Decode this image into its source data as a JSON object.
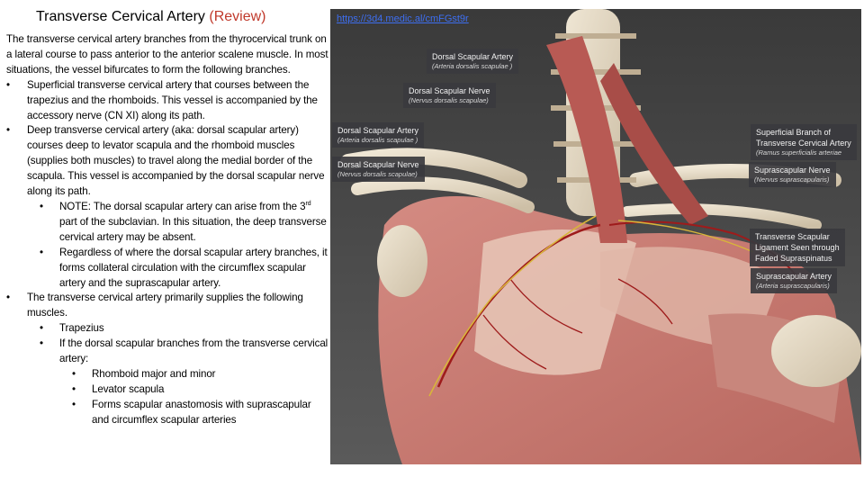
{
  "title": {
    "main": "Transverse Cervical Artery",
    "review": "(Review)"
  },
  "intro": "The transverse cervical artery branches from the thyrocervical trunk on a lateral course to pass anterior to the anterior scalene muscle. In most situations, the vessel bifurcates to form the following branches.",
  "bullets": {
    "superficial": "Superficial transverse cervical artery that courses between the trapezius and the rhomboids. This vessel is accompanied by the accessory nerve (CN XI) along its path.",
    "deep": "Deep transverse cervical artery (aka: dorsal scapular artery) courses deep to levator scapula and the rhomboid muscles (supplies both muscles) to travel along the medial border of the scapula. This vessel is accompanied by the dorsal scapular nerve along its path.",
    "note_pre": "NOTE: The dorsal scapular artery can arise from the 3",
    "note_sup": "rd",
    "note_post": " part of the subclavian. In this situation, the deep transverse cervical artery may be absent.",
    "regardless": "Regardless of where the dorsal scapular artery branches, it forms collateral circulation with the circumflex scapular artery and the suprascapular artery.",
    "supplies": "The transverse cervical artery primarily supplies the following muscles.",
    "trapezius": "Trapezius",
    "if_dorsal": "If the dorsal scapular branches from the transverse cervical artery:",
    "rhomboid": "Rhomboid major and minor",
    "levator": "Levator scapula",
    "anastomosis": "Forms scapular anastomosis with suprascapular and circumflex scapular arteries"
  },
  "url": "https://3d4.medic.al/cmFGst9r",
  "figure": {
    "labels": {
      "l1_name": "Dorsal Scapular Artery",
      "l1_latin": "(Arteria dorsalis scapulae )",
      "l2_name": "Dorsal Scapular Nerve",
      "l2_latin": "(Nervus dorsalis scapulae)",
      "l3_name": "Dorsal Scapular Artery",
      "l3_latin": "(Arteria dorsalis scapulae )",
      "l4_name": "Dorsal Scapular Nerve",
      "l4_latin": "(Nervus dorsalis scapulae)",
      "r1_name1": "Superficial Branch of",
      "r1_name2": "Transverse Cervical Artery",
      "r1_latin": "(Ramus superficialis arteriae",
      "r2_name": "Suprascapular Nerve",
      "r2_latin": "(Nervus suprascapularis)",
      "r3_l1": "Transverse Scapular",
      "r3_l2": "Ligament Seen through",
      "r3_l3": "Faded Supraspinatus",
      "r4_name": "Suprascapular Artery",
      "r4_latin": "(Arteria suprascapularis)"
    }
  },
  "colors": {
    "review": "#c0392b",
    "link": "#3d6ef0",
    "label_bg": "#3a3a3e",
    "muscle": "#c77a72",
    "bone": "#e4d9c4",
    "artery": "#9e1b1b",
    "nerve": "#d8b53a"
  }
}
